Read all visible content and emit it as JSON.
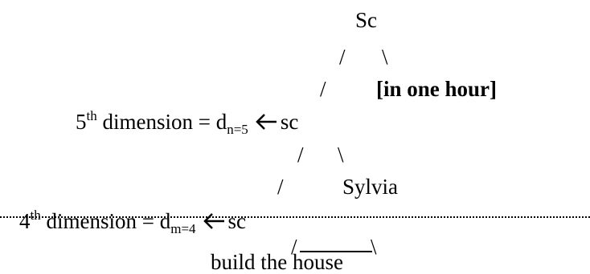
{
  "nodes": {
    "top": "Sc",
    "right_top": "[in one hour]",
    "middle": "sc",
    "right_middle": "Sylvia",
    "bottom": "sc",
    "leaf": "build the house"
  },
  "fifth": {
    "ordinal": "5",
    "suffix": "th",
    "label": " dimension = d",
    "subscript": "n=5"
  },
  "fourth": {
    "ordinal": "4",
    "suffix": "th",
    "label": " dimension = d",
    "subscript": "m=4"
  },
  "branches": {
    "slash": "/",
    "backslash": "\\"
  }
}
